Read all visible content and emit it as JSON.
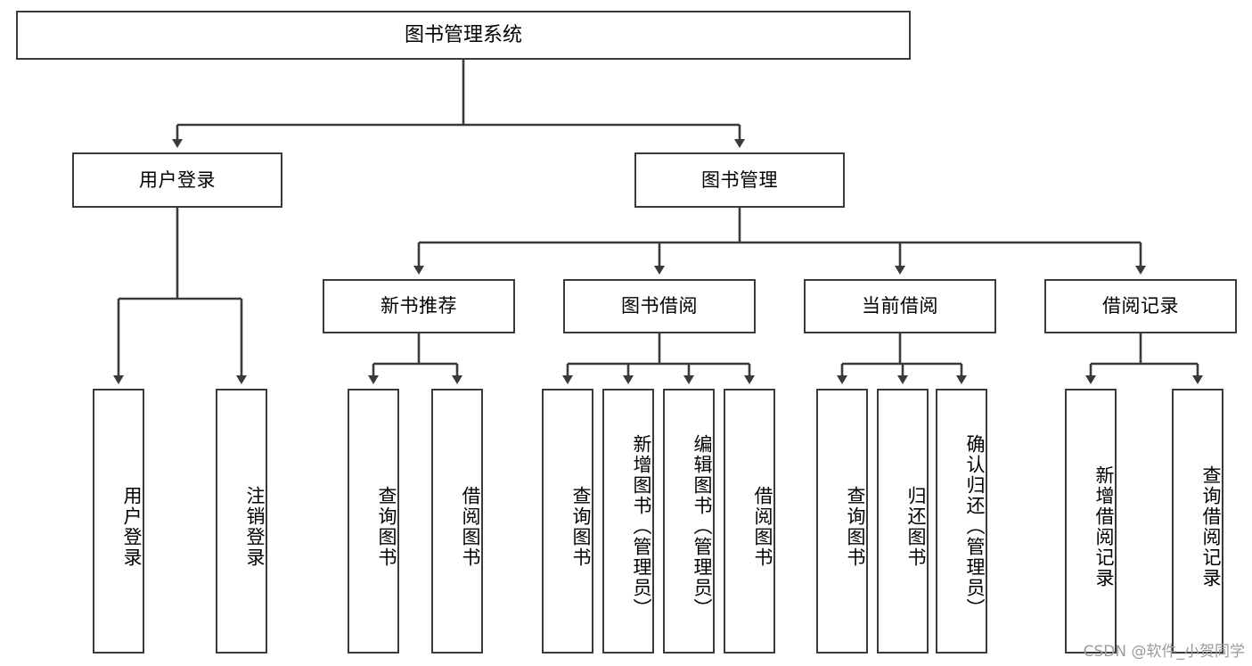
{
  "diagram": {
    "title": "图书管理系统",
    "type": "tree-hierarchy",
    "root": {
      "id": "root",
      "label": "图书管理系统"
    },
    "level1": [
      {
        "id": "login",
        "label": "用户登录"
      },
      {
        "id": "bookmgmt",
        "label": "图书管理"
      }
    ],
    "level2": [
      {
        "id": "newbook",
        "label": "新书推荐",
        "parent": "bookmgmt"
      },
      {
        "id": "borrow",
        "label": "图书借阅",
        "parent": "bookmgmt"
      },
      {
        "id": "current",
        "label": "当前借阅",
        "parent": "bookmgmt"
      },
      {
        "id": "record",
        "label": "借阅记录",
        "parent": "bookmgmt"
      }
    ],
    "leaves": {
      "login": [
        {
          "id": "leaf-user-login",
          "label": "用户登录"
        },
        {
          "id": "leaf-user-logout",
          "label": "注销登录"
        }
      ],
      "newbook": [
        {
          "id": "leaf-nb-query",
          "label": "查询图书"
        },
        {
          "id": "leaf-nb-borrow",
          "label": "借阅图书"
        }
      ],
      "borrow": [
        {
          "id": "leaf-bw-query",
          "label": "查询图书"
        },
        {
          "id": "leaf-bw-add",
          "label": "新增图书（管理员）"
        },
        {
          "id": "leaf-bw-edit",
          "label": "编辑图书（管理员）"
        },
        {
          "id": "leaf-bw-borrow",
          "label": "借阅图书"
        }
      ],
      "current": [
        {
          "id": "leaf-cu-query",
          "label": "查询图书"
        },
        {
          "id": "leaf-cu-return",
          "label": "归还图书"
        },
        {
          "id": "leaf-cu-confirm",
          "label": "确认归还（管理员）"
        }
      ],
      "record": [
        {
          "id": "leaf-rc-add",
          "label": "新增借阅记录"
        },
        {
          "id": "leaf-rc-query",
          "label": "查询借阅记录"
        }
      ]
    }
  },
  "watermark": {
    "text": "CSDN @软件_小贺同学"
  },
  "colors": {
    "stroke": "#3a3a3a",
    "fill": "#ffffff",
    "text": "#000000",
    "watermark": "#9b9b9b"
  }
}
